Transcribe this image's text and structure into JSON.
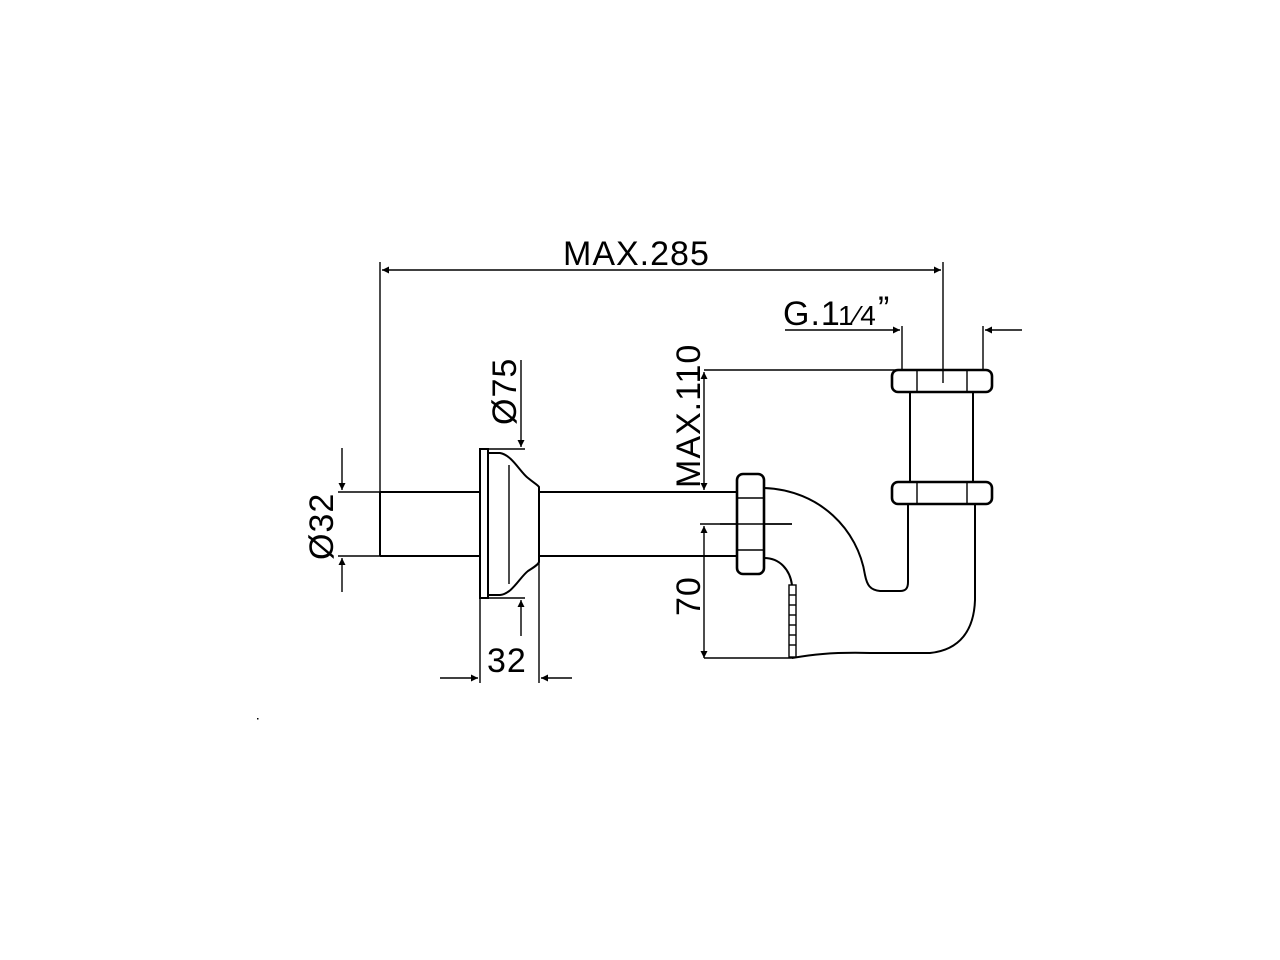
{
  "drawing": {
    "type": "technical-drawing",
    "subject": "bottle trap / siphon with wall flange",
    "dimensions": {
      "overall_length": "MAX.285",
      "thread": "G.1",
      "thread_fraction": "1⁄4",
      "thread_quote": "”",
      "flange_diameter": "Ø75",
      "pipe_diameter": "Ø32",
      "flange_depth": "32",
      "max_height": "MAX.110",
      "outlet_height": "70"
    },
    "colors": {
      "line": "#000000",
      "background": "#ffffff"
    }
  }
}
